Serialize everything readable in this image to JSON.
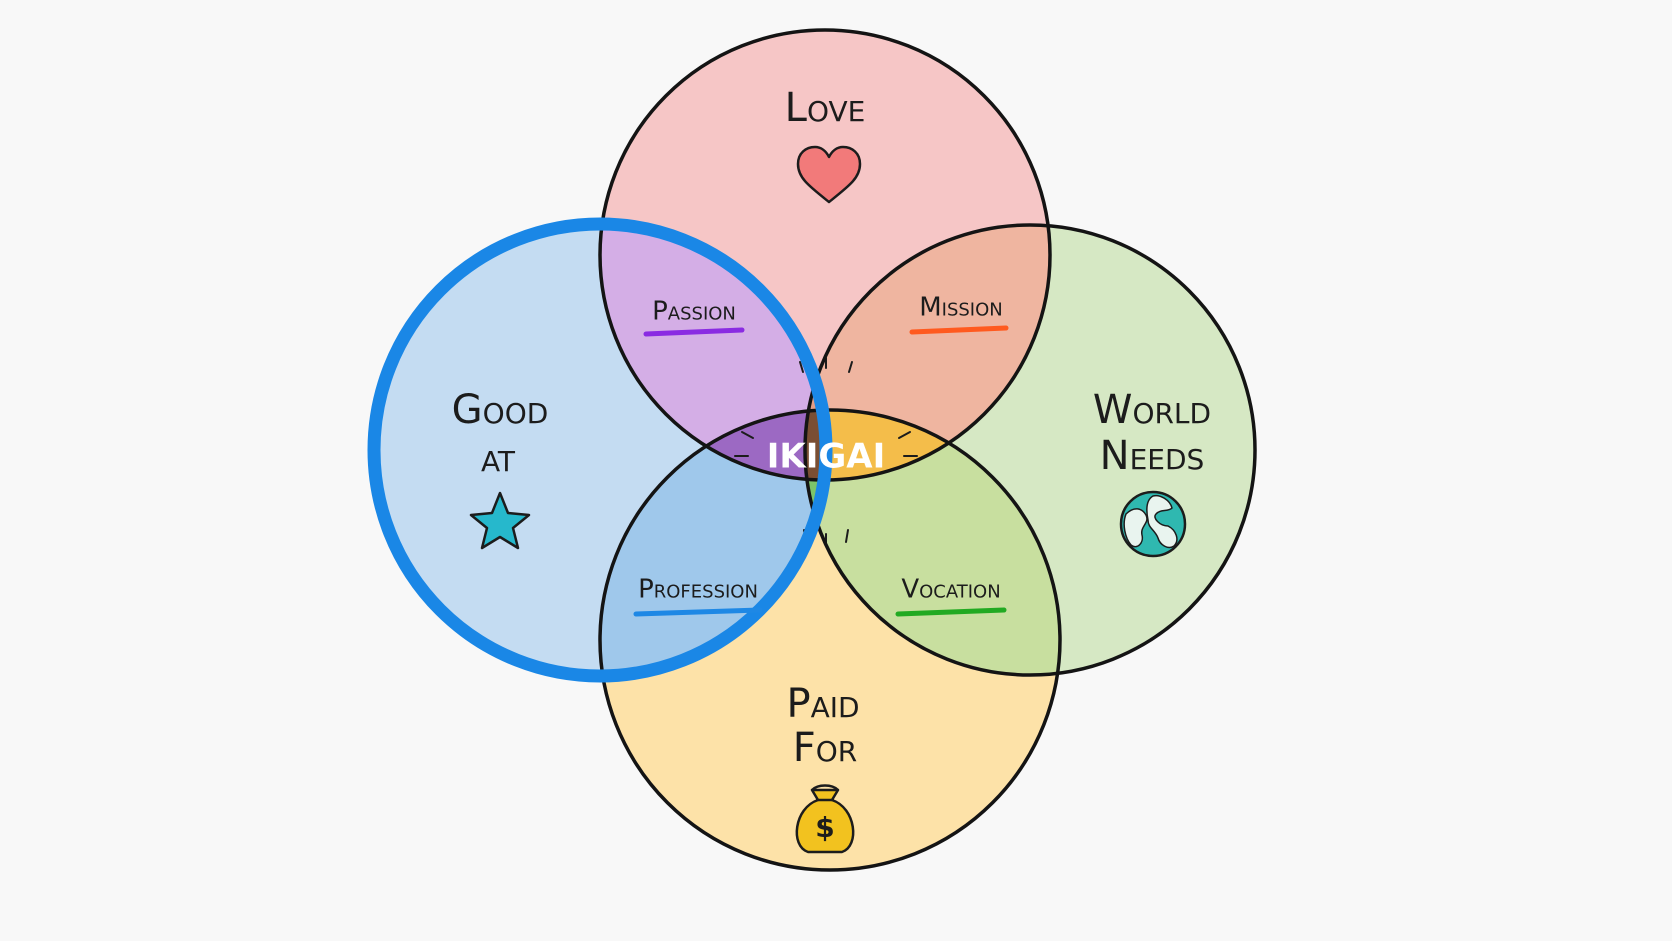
{
  "diagram": {
    "circles": {
      "love": {
        "label": "Love",
        "icon": "heart-icon",
        "color": "#f6c6c6"
      },
      "good_at": {
        "label_line1": "Good",
        "label_line2": "at",
        "icon": "star-icon",
        "color": "#c4dcf2",
        "outline_color": "#1a87e6"
      },
      "world_needs": {
        "label_line1": "World",
        "label_line2": "Needs",
        "icon": "globe-icon",
        "color": "#d6e8c4"
      },
      "paid_for": {
        "label_line1": "Paid",
        "label_line2": "For",
        "icon": "money-bag-icon",
        "color": "#fde2a8"
      }
    },
    "overlaps": {
      "passion": {
        "label": "Passion",
        "underline_color": "#8a2be2"
      },
      "mission": {
        "label": "Mission",
        "underline_color": "#ff5a1f"
      },
      "profession": {
        "label": "Profession",
        "underline_color": "#1e88e5"
      },
      "vocation": {
        "label": "Vocation",
        "underline_color": "#22aa22"
      }
    },
    "center": {
      "label": "IKIGAI",
      "color": "#7a4e33"
    }
  }
}
